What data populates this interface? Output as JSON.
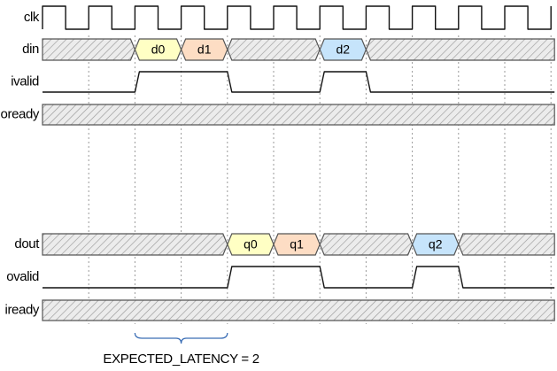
{
  "diagram": {
    "time_steps": 11,
    "signals": [
      {
        "id": "clk",
        "label": "clk",
        "kind": "clock",
        "cycles": 11
      },
      {
        "id": "din",
        "label": "din",
        "kind": "bus",
        "segments": [
          {
            "label": "d0",
            "start": 2,
            "end": 3,
            "color": "#ffffc4"
          },
          {
            "label": "d1",
            "start": 3,
            "end": 4,
            "color": "#fdddc4"
          },
          {
            "label": "d2",
            "start": 6,
            "end": 7,
            "color": "#c6e4fb"
          }
        ]
      },
      {
        "id": "ivalid",
        "label": "ivalid",
        "kind": "bit",
        "pulses": [
          {
            "start": 2,
            "end": 4
          },
          {
            "start": 6,
            "end": 7
          }
        ]
      },
      {
        "id": "oready",
        "label": "oready",
        "kind": "bus",
        "segments": []
      },
      {
        "id": "dout",
        "label": "dout",
        "kind": "bus",
        "segments": [
          {
            "label": "q0",
            "start": 4,
            "end": 5,
            "color": "#ffffc4"
          },
          {
            "label": "q1",
            "start": 5,
            "end": 6,
            "color": "#fdddc4"
          },
          {
            "label": "q2",
            "start": 8,
            "end": 9,
            "color": "#c6e4fb"
          }
        ]
      },
      {
        "id": "ovalid",
        "label": "ovalid",
        "kind": "bit",
        "pulses": [
          {
            "start": 4,
            "end": 6
          },
          {
            "start": 8,
            "end": 9
          }
        ]
      },
      {
        "id": "iready",
        "label": "iready",
        "kind": "bus",
        "segments": []
      }
    ],
    "annotation": {
      "text": "EXPECTED_LATENCY = 2",
      "start": 2,
      "end": 4,
      "color": "#3a6db5"
    }
  }
}
